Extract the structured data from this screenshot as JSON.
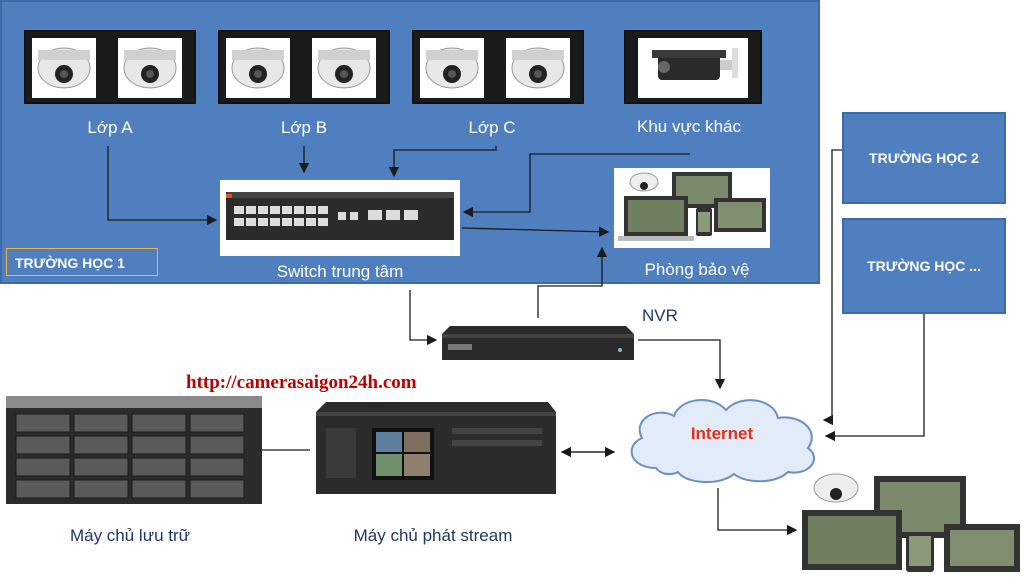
{
  "school1": {
    "tag": "TRƯỜNG HỌC 1",
    "groups": [
      {
        "label": "Lớp A"
      },
      {
        "label": "Lớp B"
      },
      {
        "label": "Lớp C"
      },
      {
        "label": "Khu vực khác"
      }
    ],
    "switch_label": "Switch trung tâm",
    "security_label": "Phòng bảo vệ"
  },
  "school2": {
    "label": "TRƯỜNG HỌC 2"
  },
  "school_more": {
    "label": "TRƯỜNG HỌC ..."
  },
  "nvr_label": "NVR",
  "internet_label": "Internet",
  "website": "http://camerasaigon24h.com",
  "storage_label": "Máy chủ lưu trữ",
  "stream_label": "Máy chủ phát stream",
  "colors": {
    "panel": "#4f7fbf",
    "arrow": "#1a1a1a",
    "internet_text": "#e0301e",
    "url": "#c00000"
  }
}
